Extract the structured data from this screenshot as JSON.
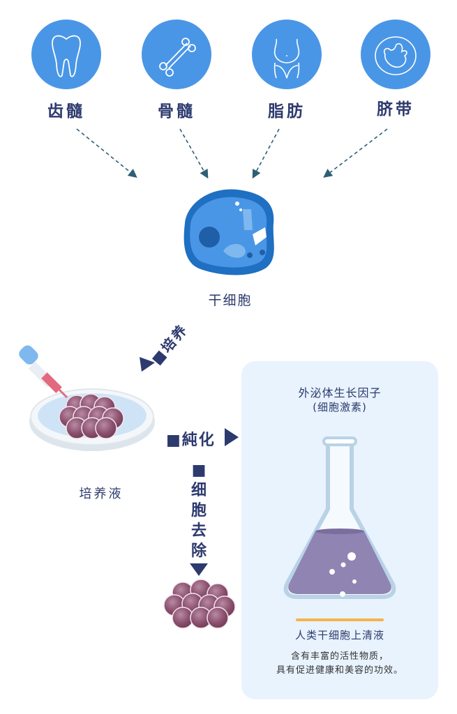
{
  "sources": [
    {
      "label": "齿髓",
      "icon": "tooth-icon"
    },
    {
      "label": "骨髓",
      "icon": "bone-icon"
    },
    {
      "label": "脂肪",
      "icon": "belly-icon"
    },
    {
      "label": "脐带",
      "icon": "fetus-icon"
    }
  ],
  "stem_cell_label": "干细胞",
  "culture_step": "■培养",
  "culture_medium_label": "培养液",
  "purify_step": "■純化",
  "remove_cells_step": [
    "■",
    "细",
    "胞",
    "去",
    "除"
  ],
  "result_panel": {
    "title": "外泌体生长因子",
    "subtitle": "(细胞激素)",
    "product": "人类干细胞上清液",
    "description_line1": "含有丰富的活性物质，",
    "description_line2": "具有促进健康和美容的功效。"
  },
  "colors": {
    "circle": "#4a96e6",
    "text": "#2d3a6e",
    "arrow": "#2e5f74",
    "panel_bg": "#e8f3fd",
    "liquid": "#8f84b2",
    "accent": "#f7b24a",
    "cell": "#8a4f6c"
  }
}
